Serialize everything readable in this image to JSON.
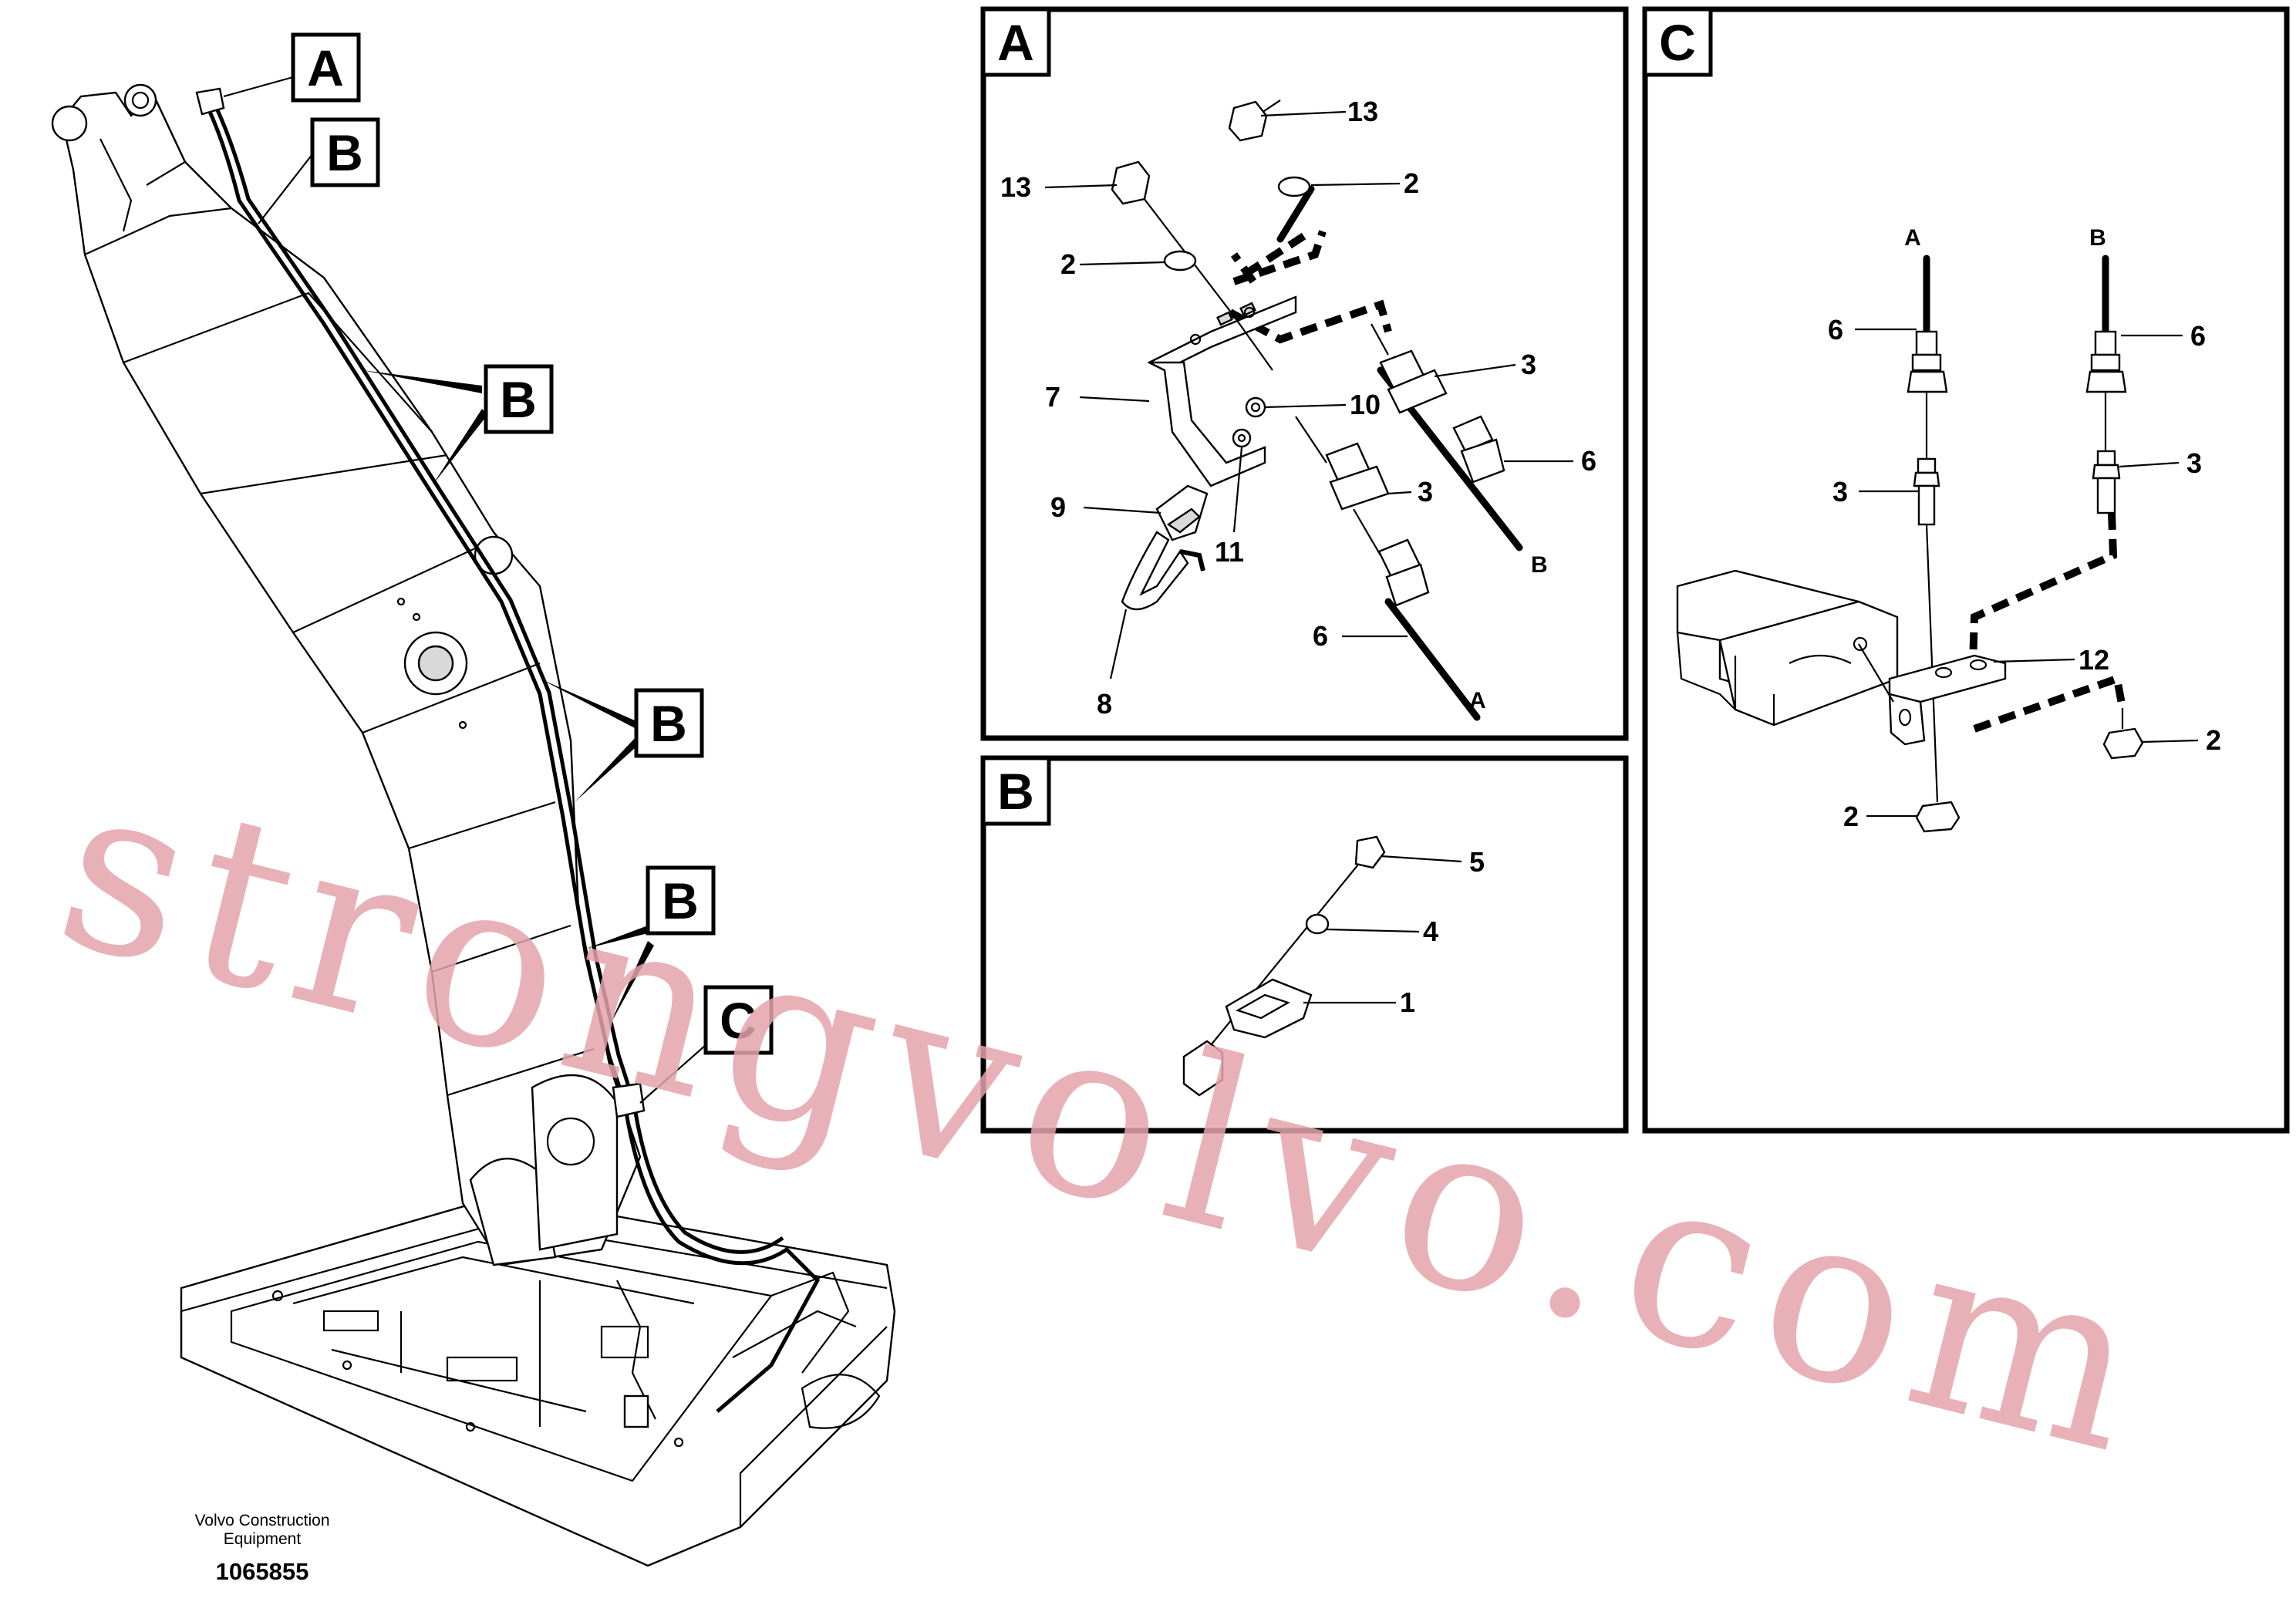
{
  "drawing": {
    "manufacturer": "Volvo Construction\nEquipment",
    "manufacturer_line1": "Volvo Construction",
    "manufacturer_line2": "Equipment",
    "document_number": "1065855",
    "watermark": "strongvolvo.com"
  },
  "overview": {
    "callouts": [
      "A",
      "B",
      "B",
      "B",
      "B",
      "C"
    ]
  },
  "panels": {
    "A": {
      "letter": "A",
      "parts": [
        {
          "number": "13"
        },
        {
          "number": "2"
        },
        {
          "number": "13"
        },
        {
          "number": "2"
        },
        {
          "number": "3"
        },
        {
          "number": "7"
        },
        {
          "number": "10"
        },
        {
          "number": "6"
        },
        {
          "number": "3"
        },
        {
          "number": "9"
        },
        {
          "number": "11"
        },
        {
          "number": "6"
        },
        {
          "number": "8"
        }
      ],
      "hose_ends": [
        "B",
        "A"
      ]
    },
    "B": {
      "letter": "B",
      "parts": [
        {
          "number": "5"
        },
        {
          "number": "4"
        },
        {
          "number": "1"
        }
      ]
    },
    "C": {
      "letter": "C",
      "parts": [
        {
          "number": "6"
        },
        {
          "number": "6"
        },
        {
          "number": "3"
        },
        {
          "number": "3"
        },
        {
          "number": "12"
        },
        {
          "number": "2"
        },
        {
          "number": "2"
        }
      ],
      "hose_ends": [
        "A",
        "B"
      ]
    }
  },
  "colors": {
    "line": "#000000",
    "background": "#ffffff",
    "watermark": "#e4a4ac",
    "shade": "#d9d9d9"
  }
}
